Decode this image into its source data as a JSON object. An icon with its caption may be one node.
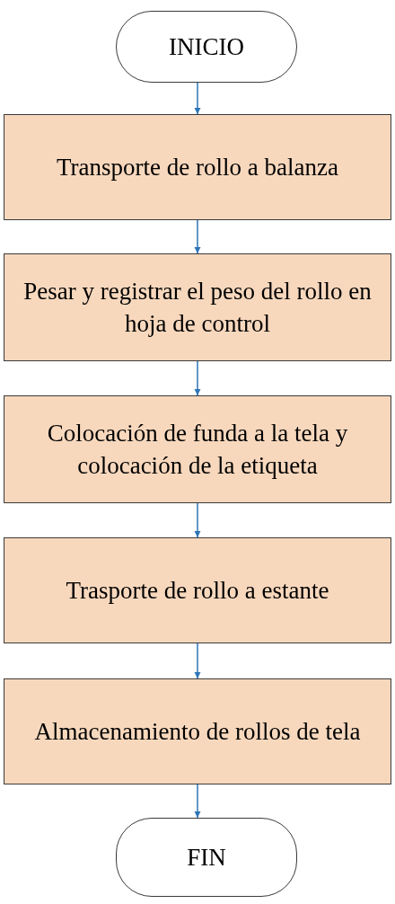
{
  "diagram": {
    "nodes": [
      {
        "text": [
          "INICIO"
        ]
      },
      {
        "text": [
          "Transporte de rollo a balanza"
        ]
      },
      {
        "text": [
          "Pesar y registrar el peso del rollo en hoja de control"
        ]
      },
      {
        "text": [
          "Colocación de funda a la tela y colocación de la etiqueta"
        ]
      },
      {
        "text": [
          "Trasporte de rollo a estante"
        ]
      },
      {
        "text": [
          "Almacenamiento de rollos de tela"
        ]
      },
      {
        "text": [
          "FIN"
        ]
      }
    ],
    "edges": [
      {
        "from": 0,
        "to": 1,
        "arrow": "to"
      },
      {
        "from": 1,
        "to": 2,
        "arrow": "to"
      },
      {
        "from": 2,
        "to": 3,
        "arrow": "to"
      },
      {
        "from": 3,
        "to": 4,
        "arrow": "to"
      },
      {
        "from": 4,
        "to": 5,
        "arrow": "to"
      },
      {
        "from": 5,
        "to": 6,
        "arrow": "to"
      }
    ]
  }
}
